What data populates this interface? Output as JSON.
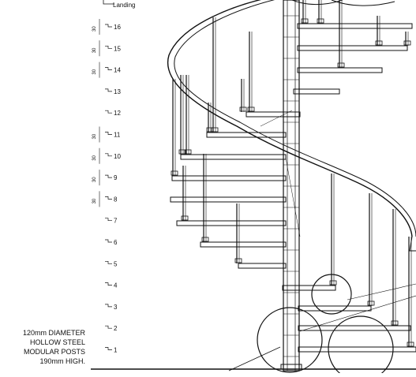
{
  "drawing": {
    "landing_label": "Landing",
    "step_numbers": [
      "16",
      "15",
      "14",
      "13",
      "12",
      "11",
      "10",
      "9",
      "8",
      "7",
      "6",
      "5",
      "4",
      "3",
      "2",
      "1"
    ],
    "dimension_label": "30",
    "post_note": [
      "120mm DIAMETER",
      "HOLLOW STEEL",
      "MODULAR POSTS",
      "190mm HIGH."
    ]
  }
}
